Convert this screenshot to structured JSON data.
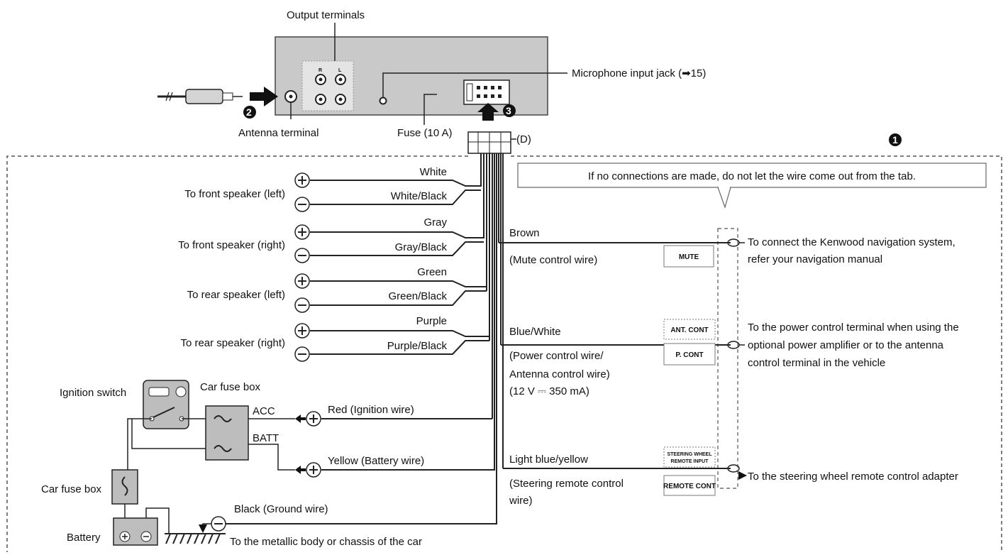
{
  "head_unit": {
    "output_terminals_label": "Output terminals",
    "output_channel_left": "L",
    "output_channel_right": "R",
    "microphone_label": "Microphone input jack (➡15)",
    "antenna_label": "Antenna terminal",
    "fuse_label": "Fuse (10 A)",
    "connector_label": "(D)"
  },
  "steps": {
    "step1": "1",
    "step2": "2",
    "step3": "3"
  },
  "note": "If no connections are made, do not let the wire come out from the tab.",
  "speakers": [
    {
      "label": "To front speaker (left)",
      "plus_wire": "White",
      "minus_wire": "White/Black"
    },
    {
      "label": "To front speaker (right)",
      "plus_wire": "Gray",
      "minus_wire": "Gray/Black"
    },
    {
      "label": "To rear speaker (left)",
      "plus_wire": "Green",
      "minus_wire": "Green/Black"
    },
    {
      "label": "To rear speaker (right)",
      "plus_wire": "Purple",
      "minus_wire": "Purple/Black"
    }
  ],
  "power": {
    "ignition_switch": "Ignition switch",
    "car_fuse_box": "Car fuse box",
    "acc": "ACC",
    "batt": "BATT",
    "red_wire": "Red (Ignition wire)",
    "yellow_wire": "Yellow (Battery wire)",
    "black_wire": "Black (Ground wire)",
    "battery": "Battery",
    "ground_desc": "To the metallic body or chassis of the car"
  },
  "control_wires": {
    "brown": "Brown",
    "brown_desc": "(Mute control wire)",
    "mute_tag": "MUTE",
    "brown_dest_1": "To connect the Kenwood navigation system,",
    "brown_dest_2": "refer your navigation manual",
    "blue_white": "Blue/White",
    "blue_white_desc_1": "(Power control wire/",
    "blue_white_desc_2": "Antenna control wire)",
    "blue_white_desc_3": "(12 V ⎓ 350 mA)",
    "ant_cont_tag": "ANT. CONT",
    "p_cont_tag": "P. CONT",
    "blue_white_dest_1": "To the power control terminal when using the",
    "blue_white_dest_2": "optional power amplifier or to the antenna",
    "blue_white_dest_3": "control terminal in the vehicle",
    "light_blue": "Light blue/yellow",
    "light_blue_desc_1": "(Steering remote control",
    "light_blue_desc_2": "wire)",
    "steering_tag_1": "STEERING WHEEL",
    "steering_tag_2": "REMOTE INPUT",
    "remote_cont_tag": "REMOTE CONT",
    "light_blue_dest": "To the steering wheel remote control adapter"
  }
}
